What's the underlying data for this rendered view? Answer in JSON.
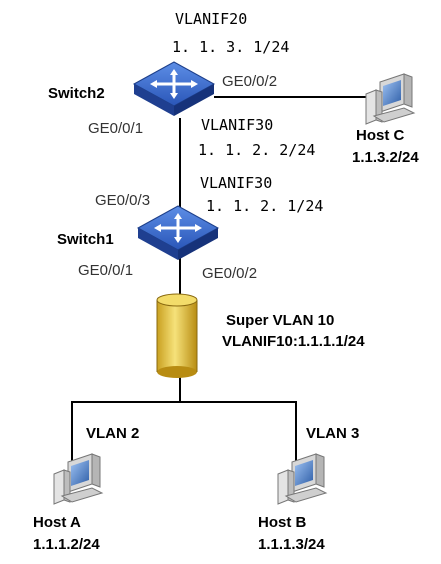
{
  "switch2": {
    "name": "Switch2",
    "vlanif_top": "VLANIF20",
    "ip_top": "1. 1. 3. 1/24",
    "port_right": "GE0/0/2",
    "port_down": "GE0/0/1",
    "vlanif_link": "VLANIF30",
    "ip_link": "1. 1. 2. 2/24"
  },
  "host_c": {
    "name": "Host C",
    "ip": "1.1.3.2/24"
  },
  "switch1": {
    "name": "Switch1",
    "port_up": "GE0/0/3",
    "vlanif_link": "VLANIF30",
    "ip_link": "1. 1. 2. 1/24",
    "port_left": "GE0/0/1",
    "port_right": "GE0/0/2"
  },
  "super_vlan": {
    "label": "Super VLAN 10",
    "vlanif": "VLANIF10:1.1.1.1/24"
  },
  "vlan_left": "VLAN 2",
  "vlan_right": "VLAN 3",
  "host_a": {
    "name": "Host A",
    "ip": "1.1.1.2/24"
  },
  "host_b": {
    "name": "Host B",
    "ip": "1.1.1.3/24"
  },
  "colors": {
    "switch_blue": "#2f63c8",
    "cylinder_yellow": "#e8c84a",
    "host_blue": "#5b86c6"
  }
}
